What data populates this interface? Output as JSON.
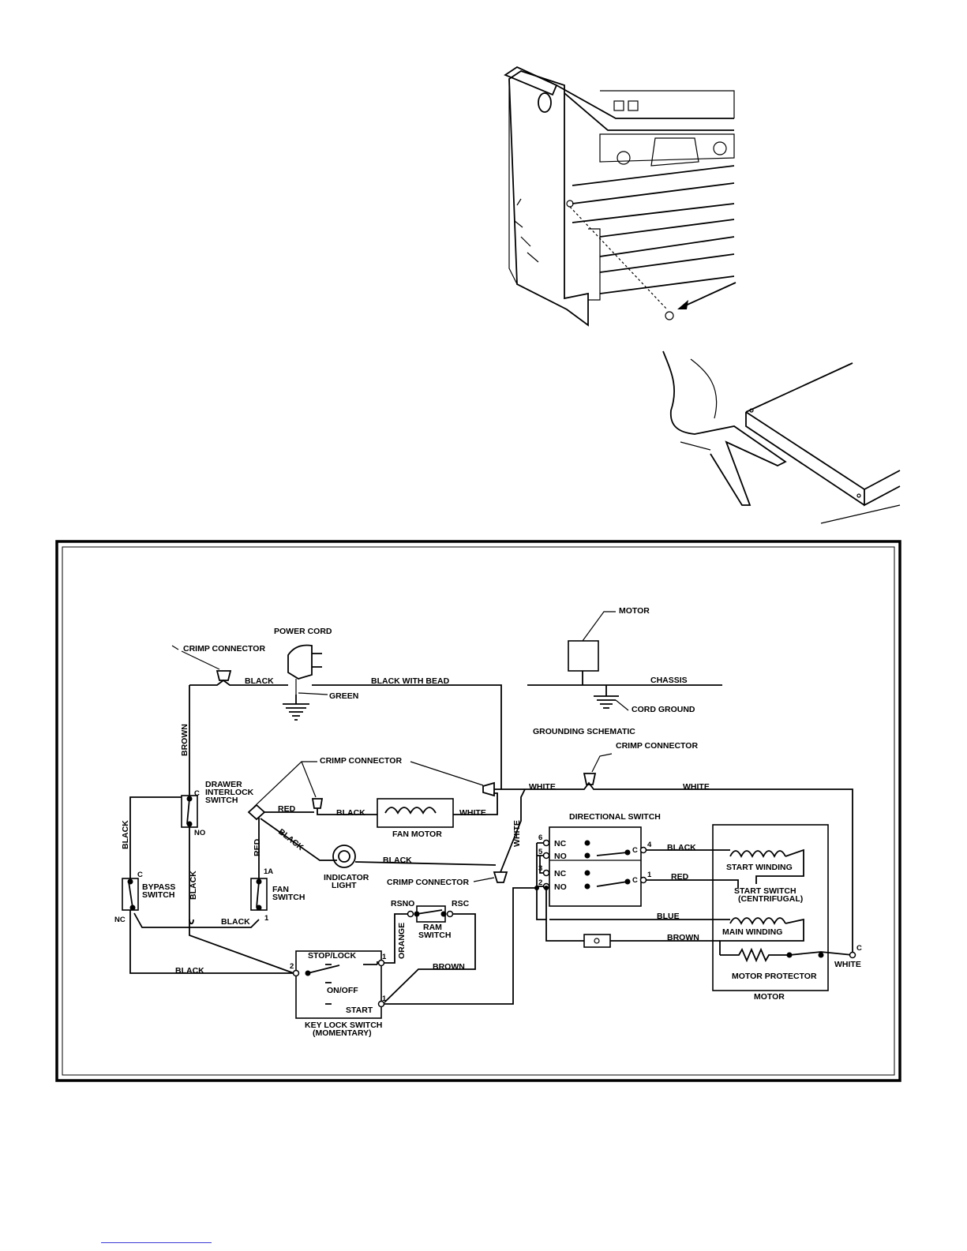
{
  "illustrations": {
    "chassis_drawing": "chassis drawer illustration with screw removal",
    "panel_drawing": "hand prying panel illustration"
  },
  "schematic": {
    "power_cord": "POWER CORD",
    "crimp_connector": "CRIMP CONNECTOR",
    "green": "GREEN",
    "black": "BLACK",
    "black_with_bead": "BLACK WITH BEAD",
    "brown": "BROWN",
    "white": "WHITE",
    "red": "RED",
    "orange": "ORANGE",
    "blue": "BLUE",
    "drawer_interlock_switch": [
      "DRAWER",
      "INTERLOCK",
      "SWITCH"
    ],
    "bypass_switch": [
      "BYPASS",
      "SWITCH"
    ],
    "fan_switch": [
      "FAN",
      "SWITCH"
    ],
    "fan_motor": "FAN MOTOR",
    "indicator_light": [
      "INDICATOR",
      "LIGHT"
    ],
    "ram_switch": [
      "RAM",
      "SWITCH"
    ],
    "rsno": "RSNO",
    "rsc": "RSC",
    "key_lock_switch": [
      "KEY LOCK SWITCH",
      "(MOMENTARY)"
    ],
    "stop_lock": "STOP/LOCK",
    "on_off": "ON/OFF",
    "start": "START",
    "directional_switch": "DIRECTIONAL SWITCH",
    "start_winding": "START WINDING",
    "start_switch": [
      "START SWITCH",
      "(CENTRIFUGAL)"
    ],
    "main_winding": "MAIN WINDING",
    "motor_protector": "MOTOR PROTECTOR",
    "motor": "MOTOR",
    "chassis": "CHASSIS",
    "cord_ground": "CORD GROUND",
    "grounding_schematic": "GROUNDING SCHEMATIC",
    "terminals": {
      "c": "C",
      "no": "NO",
      "nc": "NC",
      "one": "1",
      "one_a": "1A",
      "two": "2",
      "three": "3",
      "four": "4",
      "five": "5",
      "six": "6"
    }
  }
}
